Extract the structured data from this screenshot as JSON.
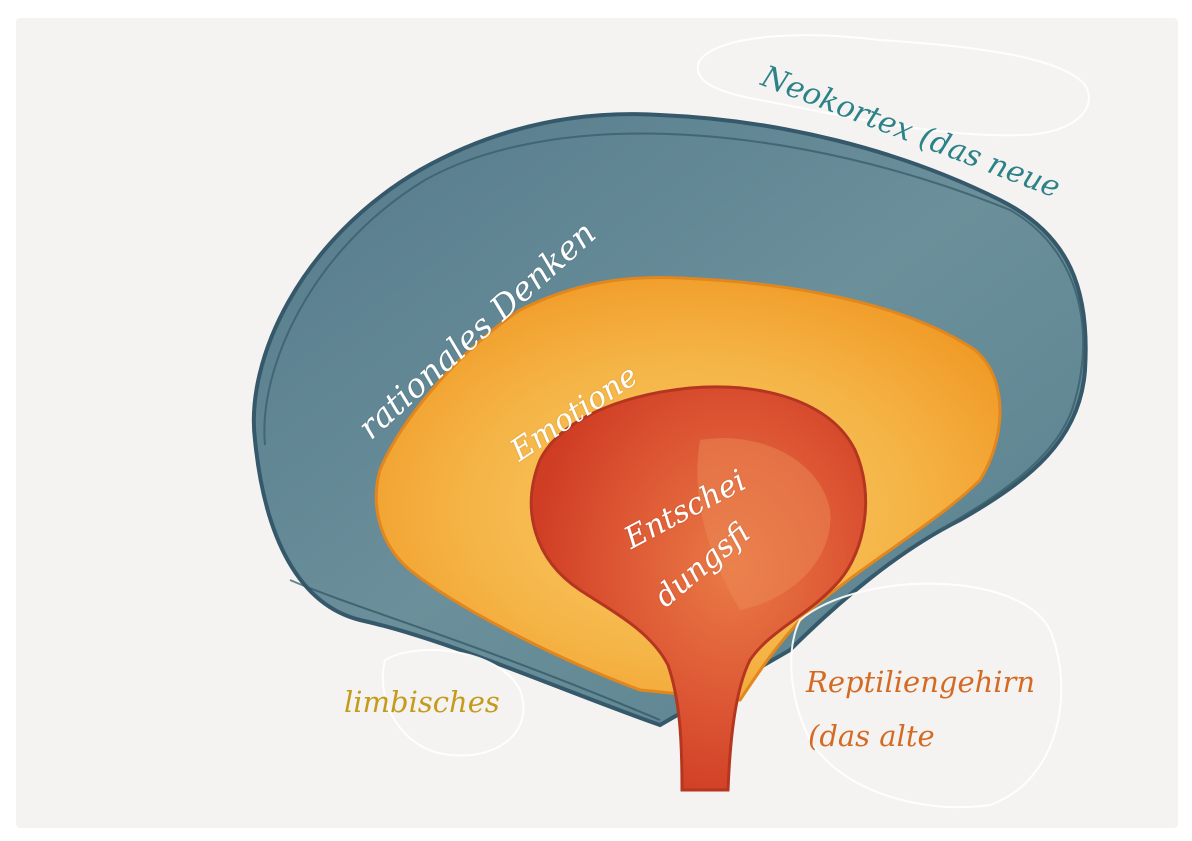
{
  "labels": {
    "neokortex": "Neokortex (das neue",
    "rationales": "rationales Denken",
    "emotione": "Emotione",
    "entschei_line1": "Entschei",
    "entschei_line2": "dungsfi",
    "limbisches": "limbisches",
    "reptilien_line1": "Reptiliengehirn",
    "reptilien_line2": "(das alte"
  },
  "colors": {
    "paper": "#f5f3f1",
    "neokortex_layer": "#5f8390",
    "neokortex_outline": "#3b5f6b",
    "limbic_layer_outer": "#f4a430",
    "limbic_layer_inner": "#f7c35a",
    "reptile_core": "#d8442a",
    "reptile_core_light": "#e8713f",
    "neokortex_text": "#2b8287",
    "limbisches_text": "#c59b1c",
    "reptilien_text": "#d46b25",
    "inner_text": "#ffffff"
  }
}
